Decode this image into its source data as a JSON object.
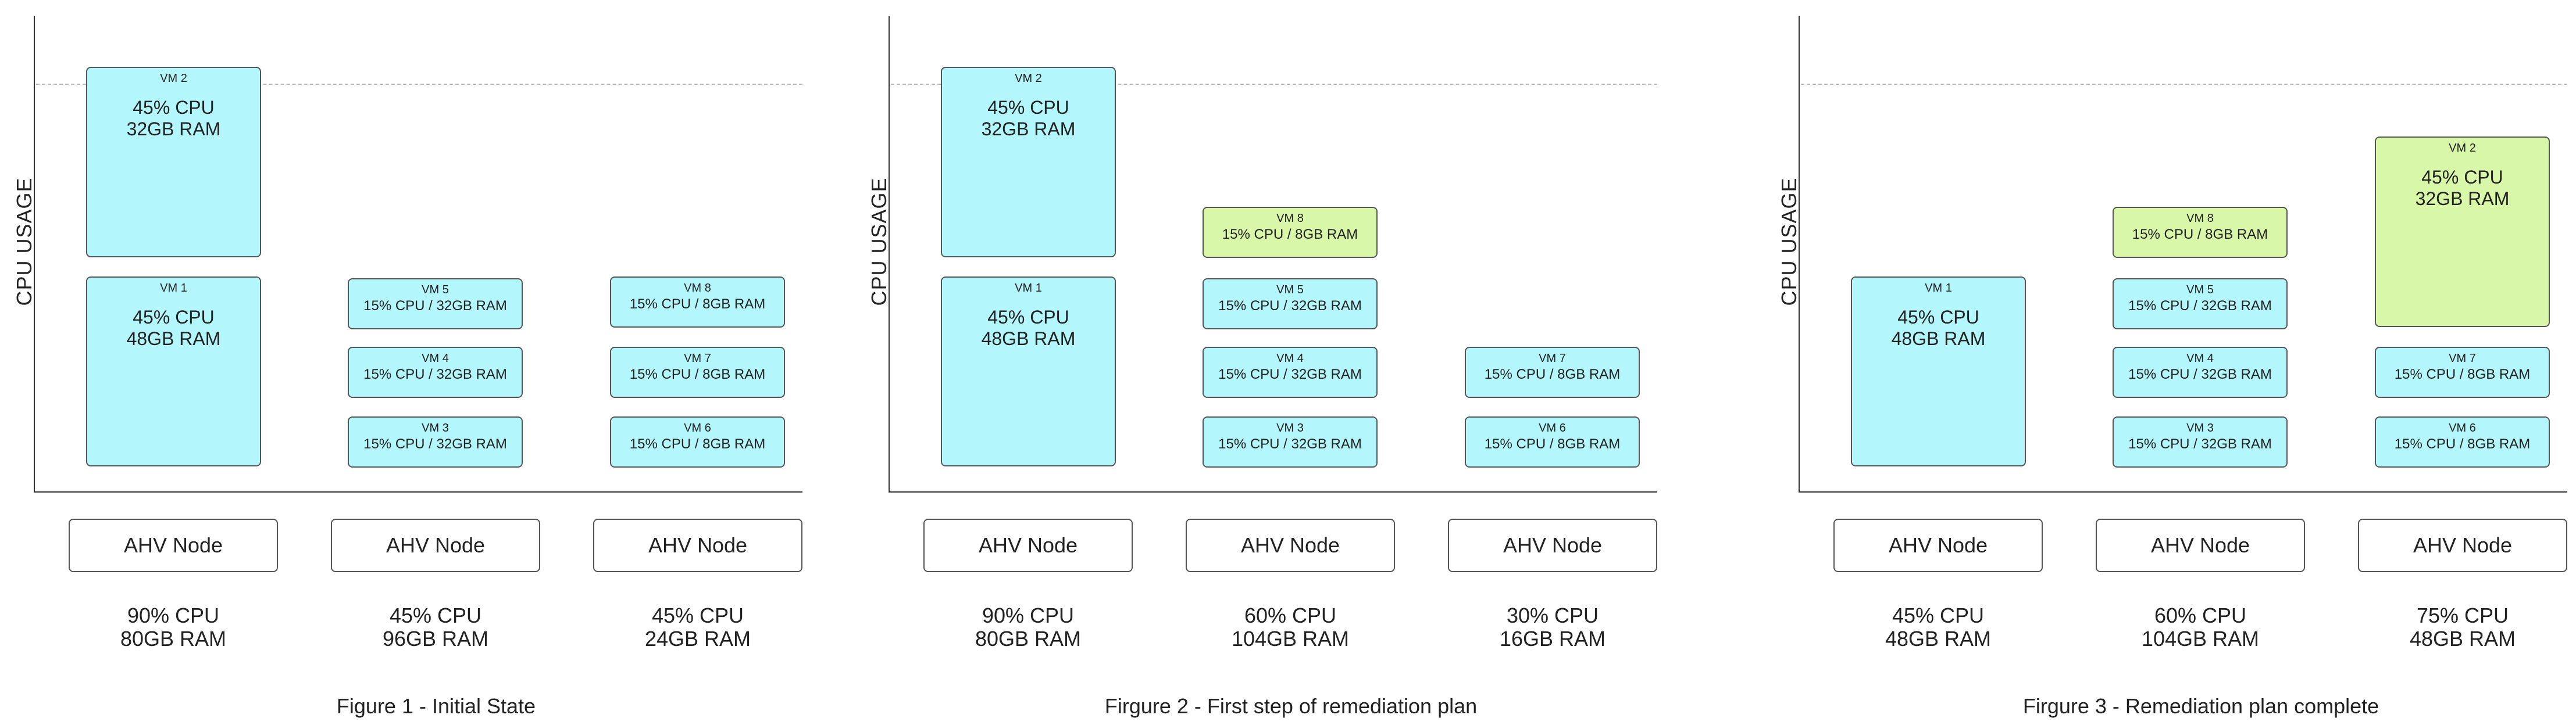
{
  "y_axis_label": "CPU USAGE",
  "node_label": "AHV Node",
  "figures": [
    {
      "caption": "Figure 1 - Initial State",
      "nodes": [
        {
          "cpu": "90% CPU",
          "ram": "80GB RAM",
          "vms": [
            {
              "name": "VM 2",
              "cpu": "45% CPU",
              "ram": "32GB RAM"
            },
            {
              "name": "VM 1",
              "cpu": "45% CPU",
              "ram": "48GB RAM"
            }
          ]
        },
        {
          "cpu": "45% CPU",
          "ram": "96GB RAM",
          "vms": [
            {
              "name": "VM 5",
              "spec": "15% CPU / 32GB RAM"
            },
            {
              "name": "VM 4",
              "spec": "15% CPU / 32GB RAM"
            },
            {
              "name": "VM 3",
              "spec": "15% CPU / 32GB RAM"
            }
          ]
        },
        {
          "cpu": "45% CPU",
          "ram": "24GB RAM",
          "vms": [
            {
              "name": "VM 8",
              "spec": "15% CPU / 8GB RAM"
            },
            {
              "name": "VM 7",
              "spec": "15% CPU / 8GB RAM"
            },
            {
              "name": "VM 6",
              "spec": "15% CPU / 8GB RAM"
            }
          ]
        }
      ]
    },
    {
      "caption": "Firgure 2 - First step of remediation plan",
      "nodes": [
        {
          "cpu": "90% CPU",
          "ram": "80GB RAM",
          "vms": [
            {
              "name": "VM 2",
              "cpu": "45% CPU",
              "ram": "32GB RAM"
            },
            {
              "name": "VM 1",
              "cpu": "45% CPU",
              "ram": "48GB RAM"
            }
          ]
        },
        {
          "cpu": "60% CPU",
          "ram": "104GB RAM",
          "vms": [
            {
              "name": "VM 8",
              "spec": "15% CPU / 8GB RAM"
            },
            {
              "name": "VM 5",
              "spec": "15% CPU / 32GB RAM"
            },
            {
              "name": "VM 4",
              "spec": "15% CPU / 32GB RAM"
            },
            {
              "name": "VM 3",
              "spec": "15% CPU / 32GB RAM"
            }
          ]
        },
        {
          "cpu": "30% CPU",
          "ram": "16GB RAM",
          "vms": [
            {
              "name": "VM 7",
              "spec": "15% CPU / 8GB RAM"
            },
            {
              "name": "VM 6",
              "spec": "15% CPU / 8GB RAM"
            }
          ]
        }
      ]
    },
    {
      "caption": "Firgure 3 - Remediation plan complete",
      "nodes": [
        {
          "cpu": "45% CPU",
          "ram": "48GB RAM",
          "vms": [
            {
              "name": "VM 1",
              "cpu": "45% CPU",
              "ram": "48GB RAM"
            }
          ]
        },
        {
          "cpu": "60% CPU",
          "ram": "104GB RAM",
          "vms": [
            {
              "name": "VM 8",
              "spec": "15% CPU / 8GB RAM"
            },
            {
              "name": "VM 5",
              "spec": "15% CPU / 32GB RAM"
            },
            {
              "name": "VM 4",
              "spec": "15% CPU / 32GB RAM"
            },
            {
              "name": "VM 3",
              "spec": "15% CPU / 32GB RAM"
            }
          ]
        },
        {
          "cpu": "75% CPU",
          "ram": "48GB RAM",
          "vms": [
            {
              "name": "VM 2",
              "cpu": "45% CPU",
              "ram": "32GB RAM"
            },
            {
              "name": "VM 7",
              "spec": "15% CPU / 8GB RAM"
            },
            {
              "name": "VM 6",
              "spec": "15% CPU / 8GB RAM"
            }
          ]
        }
      ]
    }
  ]
}
